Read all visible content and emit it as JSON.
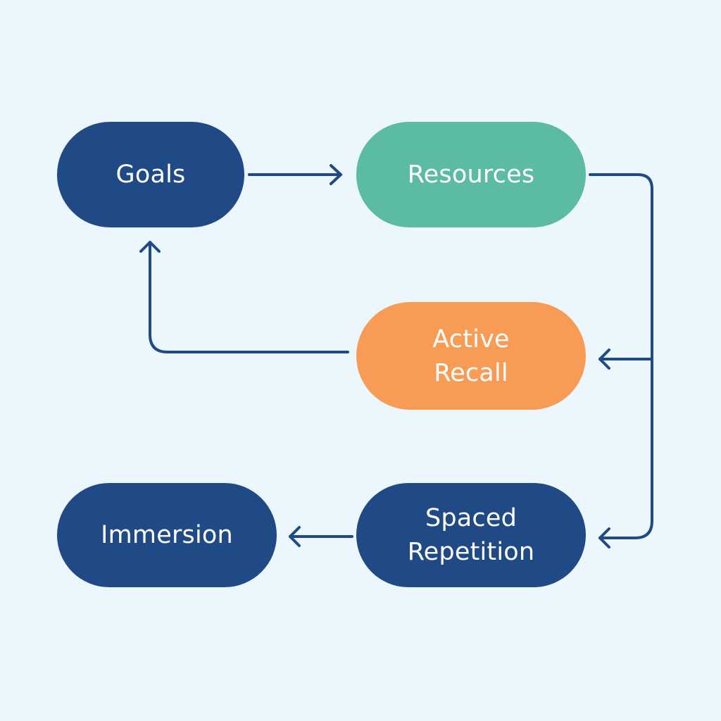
{
  "colors": {
    "background": "#ebf7fd",
    "navy": "#1f4a85",
    "teal": "#5bbba4",
    "orange": "#f89b55",
    "connector": "#1f4a85",
    "text": "#ffffff"
  },
  "nodes": {
    "goals": {
      "lines": [
        "Goals"
      ],
      "color": "navy"
    },
    "resources": {
      "lines": [
        "Resources"
      ],
      "color": "teal"
    },
    "recall": {
      "lines": [
        "Active",
        "Recall"
      ],
      "color": "orange"
    },
    "immersion": {
      "lines": [
        "Immersion"
      ],
      "color": "navy"
    },
    "spaced": {
      "lines": [
        "Spaced",
        "Repetition"
      ],
      "color": "navy"
    }
  },
  "edges": [
    {
      "from": "goals",
      "to": "resources"
    },
    {
      "from": "resources",
      "to": "recall"
    },
    {
      "from": "resources",
      "to": "spaced"
    },
    {
      "from": "recall",
      "to": "goals"
    },
    {
      "from": "spaced",
      "to": "immersion"
    }
  ]
}
